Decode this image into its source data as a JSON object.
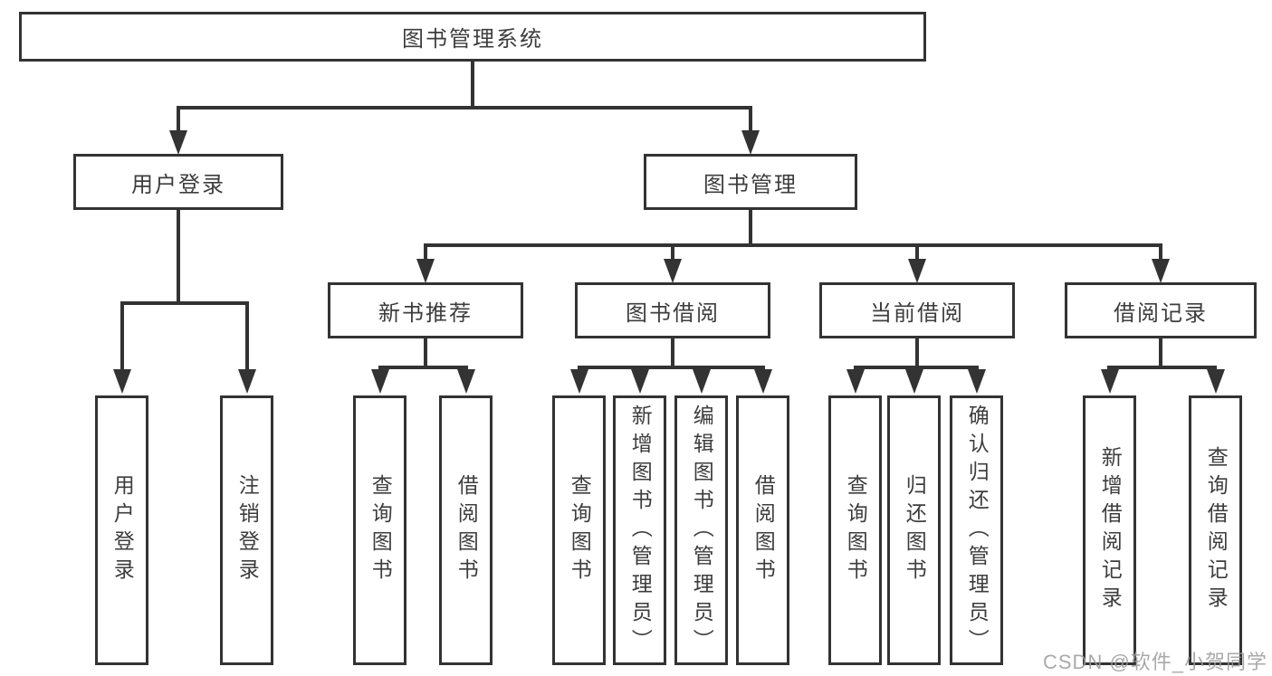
{
  "colors": {
    "line": "#333333",
    "text": "#3d3d3d",
    "box_bg": "#ffffff",
    "background": "#ffffff",
    "watermark": "#9b9b9b"
  },
  "watermark": {
    "text": "CSDN @软件_小贺同学"
  },
  "tree": {
    "root": {
      "label": "图书管理系统",
      "children": [
        {
          "label": "用户登录",
          "children": [
            {
              "label": "用户登录"
            },
            {
              "label": "注销登录"
            }
          ]
        },
        {
          "label": "图书管理",
          "children": [
            {
              "label": "新书推荐",
              "children": [
                {
                  "label": "查询图书"
                },
                {
                  "label": "借阅图书"
                }
              ]
            },
            {
              "label": "图书借阅",
              "children": [
                {
                  "label": "查询图书"
                },
                {
                  "label": "新增图书（管理员）"
                },
                {
                  "label": "编辑图书（管理员）"
                },
                {
                  "label": "借阅图书"
                }
              ]
            },
            {
              "label": "当前借阅",
              "children": [
                {
                  "label": "查询图书"
                },
                {
                  "label": "归还图书"
                },
                {
                  "label": "确认归还（管理员）"
                }
              ]
            },
            {
              "label": "借阅记录",
              "children": [
                {
                  "label": "新增借阅记录"
                },
                {
                  "label": "查询借阅记录"
                }
              ]
            }
          ]
        }
      ]
    }
  }
}
